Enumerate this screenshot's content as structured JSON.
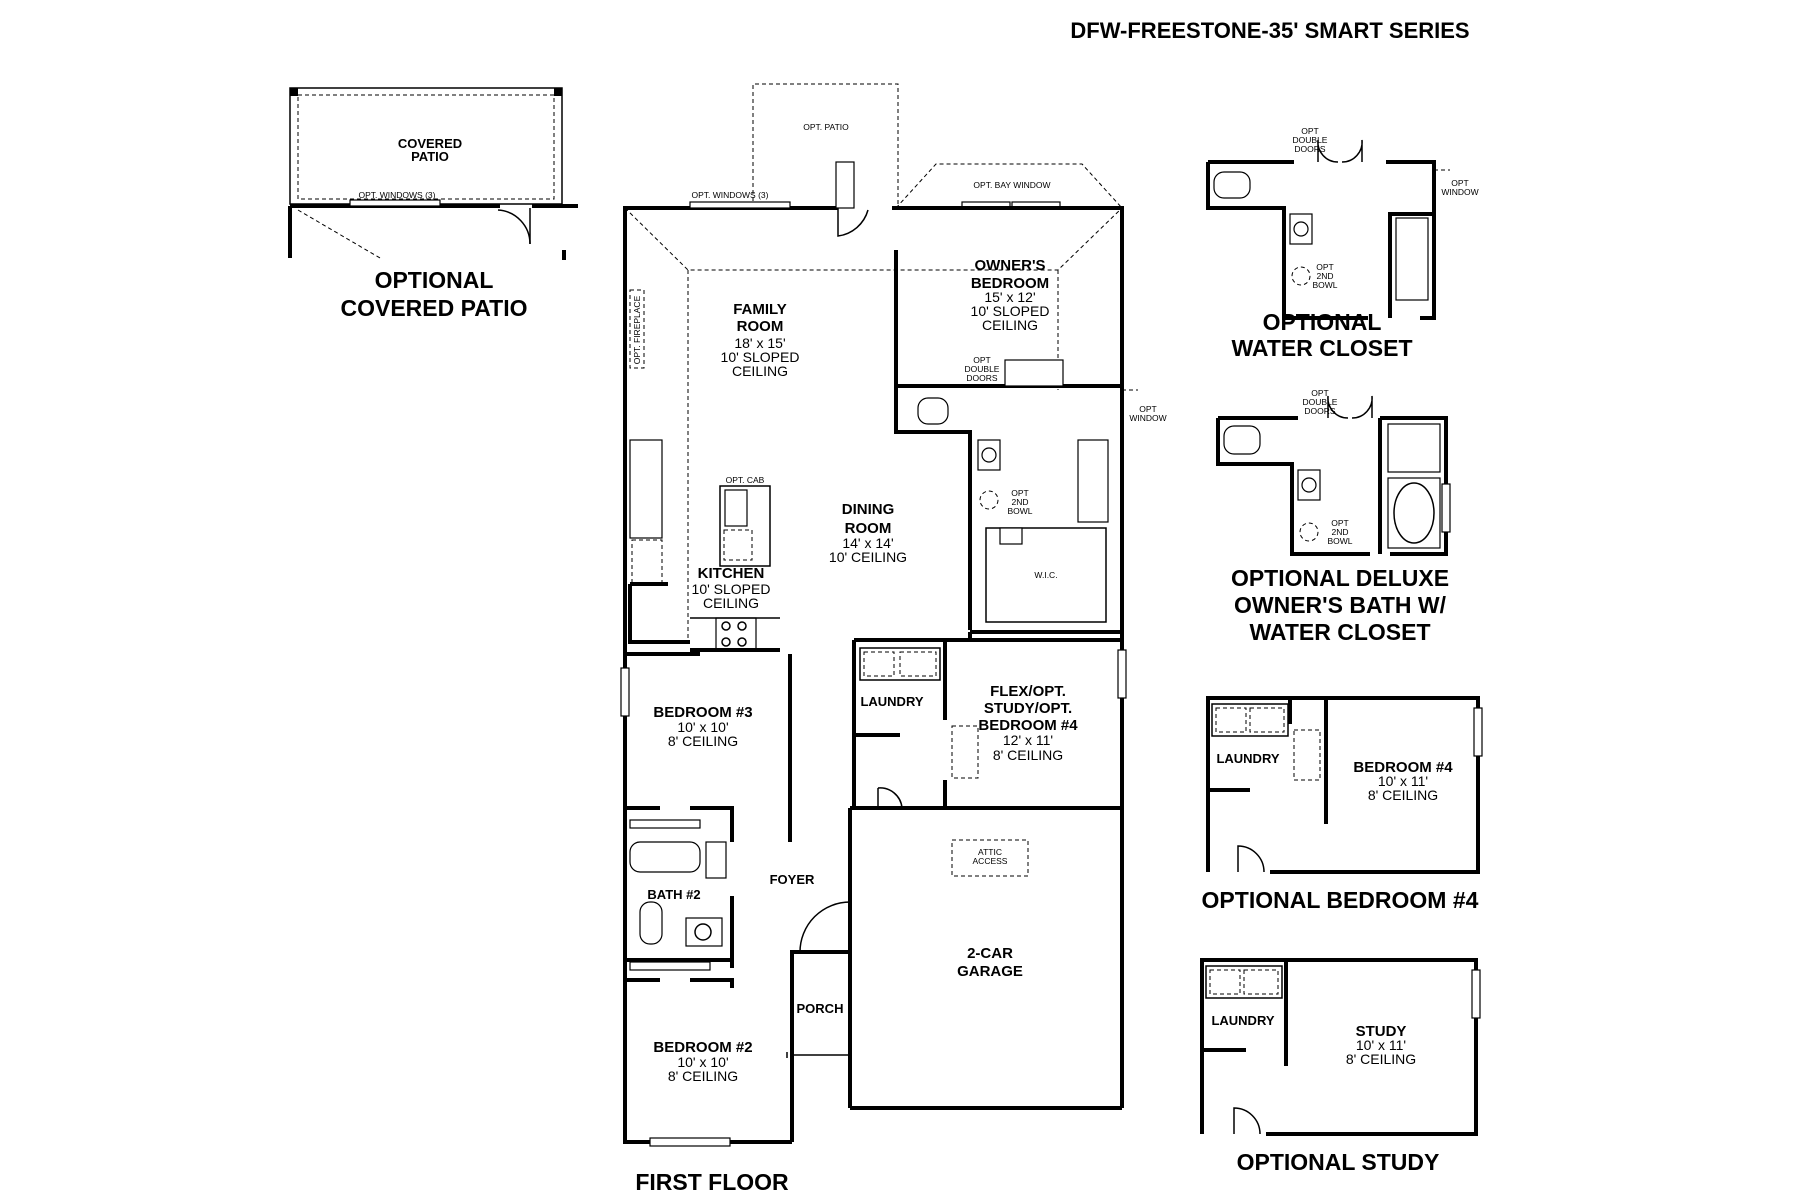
{
  "title": "DFW-FREESTONE-35' SMART SERIES",
  "headings": {
    "covered_patio": [
      "OPTIONAL",
      "COVERED PATIO"
    ],
    "water_closet": [
      "OPTIONAL",
      "WATER CLOSET"
    ],
    "deluxe_bath": [
      "OPTIONAL DELUXE",
      "OWNER'S BATH W/",
      "WATER CLOSET"
    ],
    "bedroom4": "OPTIONAL BEDROOM #4",
    "study": "OPTIONAL STUDY",
    "first_floor": "FIRST FLOOR"
  },
  "rooms": {
    "covered_patio": [
      "COVERED",
      "PATIO"
    ],
    "family_room": {
      "name": [
        "FAMILY",
        "ROOM"
      ],
      "details": [
        "18' x 15'",
        "10' SLOPED",
        "CEILING"
      ]
    },
    "owners_bedroom": {
      "name": [
        "OWNER'S",
        "BEDROOM"
      ],
      "details": [
        "15' x 12'",
        "10' SLOPED",
        "CEILING"
      ]
    },
    "dining_room": {
      "name": [
        "DINING",
        "ROOM"
      ],
      "details": [
        "14' x 14'",
        "10' CEILING"
      ]
    },
    "kitchen": {
      "name": "KITCHEN",
      "details": [
        "10' SLOPED",
        "CEILING"
      ]
    },
    "bedroom3": {
      "name": "BEDROOM #3",
      "details": [
        "10' x 10'",
        "8' CEILING"
      ]
    },
    "flex": {
      "name": [
        "FLEX/OPT.",
        "STUDY/OPT.",
        "BEDROOM #4"
      ],
      "details": [
        "12' x 11'",
        "8' CEILING"
      ]
    },
    "laundry": "LAUNDRY",
    "bath2": "BATH #2",
    "foyer": "FOYER",
    "garage": [
      "2-CAR",
      "GARAGE"
    ],
    "porch": "PORCH",
    "bedroom2": {
      "name": "BEDROOM #2",
      "details": [
        "10' x 10'",
        "8' CEILING"
      ]
    },
    "wic": "W.I.C.",
    "opt_bedroom4": {
      "name": "BEDROOM #4",
      "details": [
        "10' x 11'",
        "8' CEILING"
      ]
    },
    "opt_laundry_a": "LAUNDRY",
    "opt_laundry_b": "LAUNDRY",
    "opt_study": {
      "name": "STUDY",
      "details": [
        "10' x 11'",
        "8' CEILING"
      ]
    }
  },
  "small_labels": {
    "opt_windows_patio": "OPT. WINDOWS (3)",
    "opt_windows_main": "OPT. WINDOWS (3)",
    "opt_patio": "OPT. PATIO",
    "opt_bay_window": "OPT. BAY WINDOW",
    "opt_fireplace": "OPT. FIREPLACE",
    "opt_cab": "OPT. CAB",
    "opt_double_doors": [
      "OPT",
      "DOUBLE",
      "DOORS"
    ],
    "opt_window": [
      "OPT",
      "WINDOW"
    ],
    "opt_2nd_bowl": [
      "OPT",
      "2ND",
      "BOWL"
    ],
    "attic_access": [
      "ATTIC",
      "ACCESS"
    ]
  }
}
